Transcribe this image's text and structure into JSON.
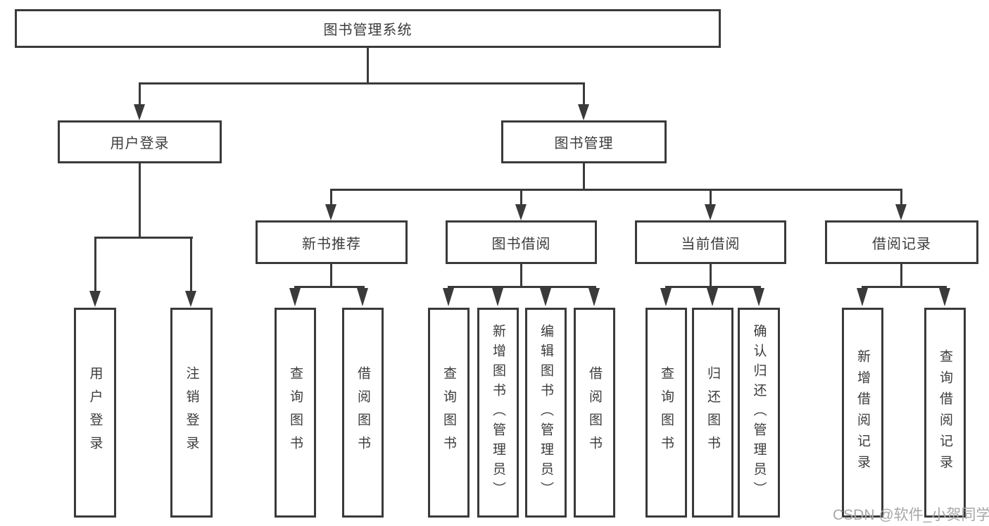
{
  "tree": {
    "root": {
      "label": "图书管理系统"
    },
    "branches": [
      {
        "label": "用户登录",
        "children": [
          {
            "label": "用户登录"
          },
          {
            "label": "注销登录"
          }
        ]
      },
      {
        "label": "图书管理",
        "children": [
          {
            "label": "新书推荐",
            "children": [
              {
                "label": "查询图书"
              },
              {
                "label": "借阅图书"
              }
            ]
          },
          {
            "label": "图书借阅",
            "children": [
              {
                "label": "查询图书"
              },
              {
                "label": "新增图书（管理员）"
              },
              {
                "label": "编辑图书（管理员）"
              },
              {
                "label": "借阅图书"
              }
            ]
          },
          {
            "label": "当前借阅",
            "children": [
              {
                "label": "查询图书"
              },
              {
                "label": "归还图书"
              },
              {
                "label": "确认归还（管理员）"
              }
            ]
          },
          {
            "label": "借阅记录",
            "children": [
              {
                "label": "新增借阅记录"
              },
              {
                "label": "查询借阅记录"
              }
            ]
          }
        ]
      }
    ]
  },
  "watermark": {
    "text": "CSDN @软件_小贺同学"
  },
  "colors": {
    "line": "#3a3a3a",
    "text": "#3c3c3c",
    "background": "#ffffff",
    "watermark": "#a7a7a7"
  }
}
